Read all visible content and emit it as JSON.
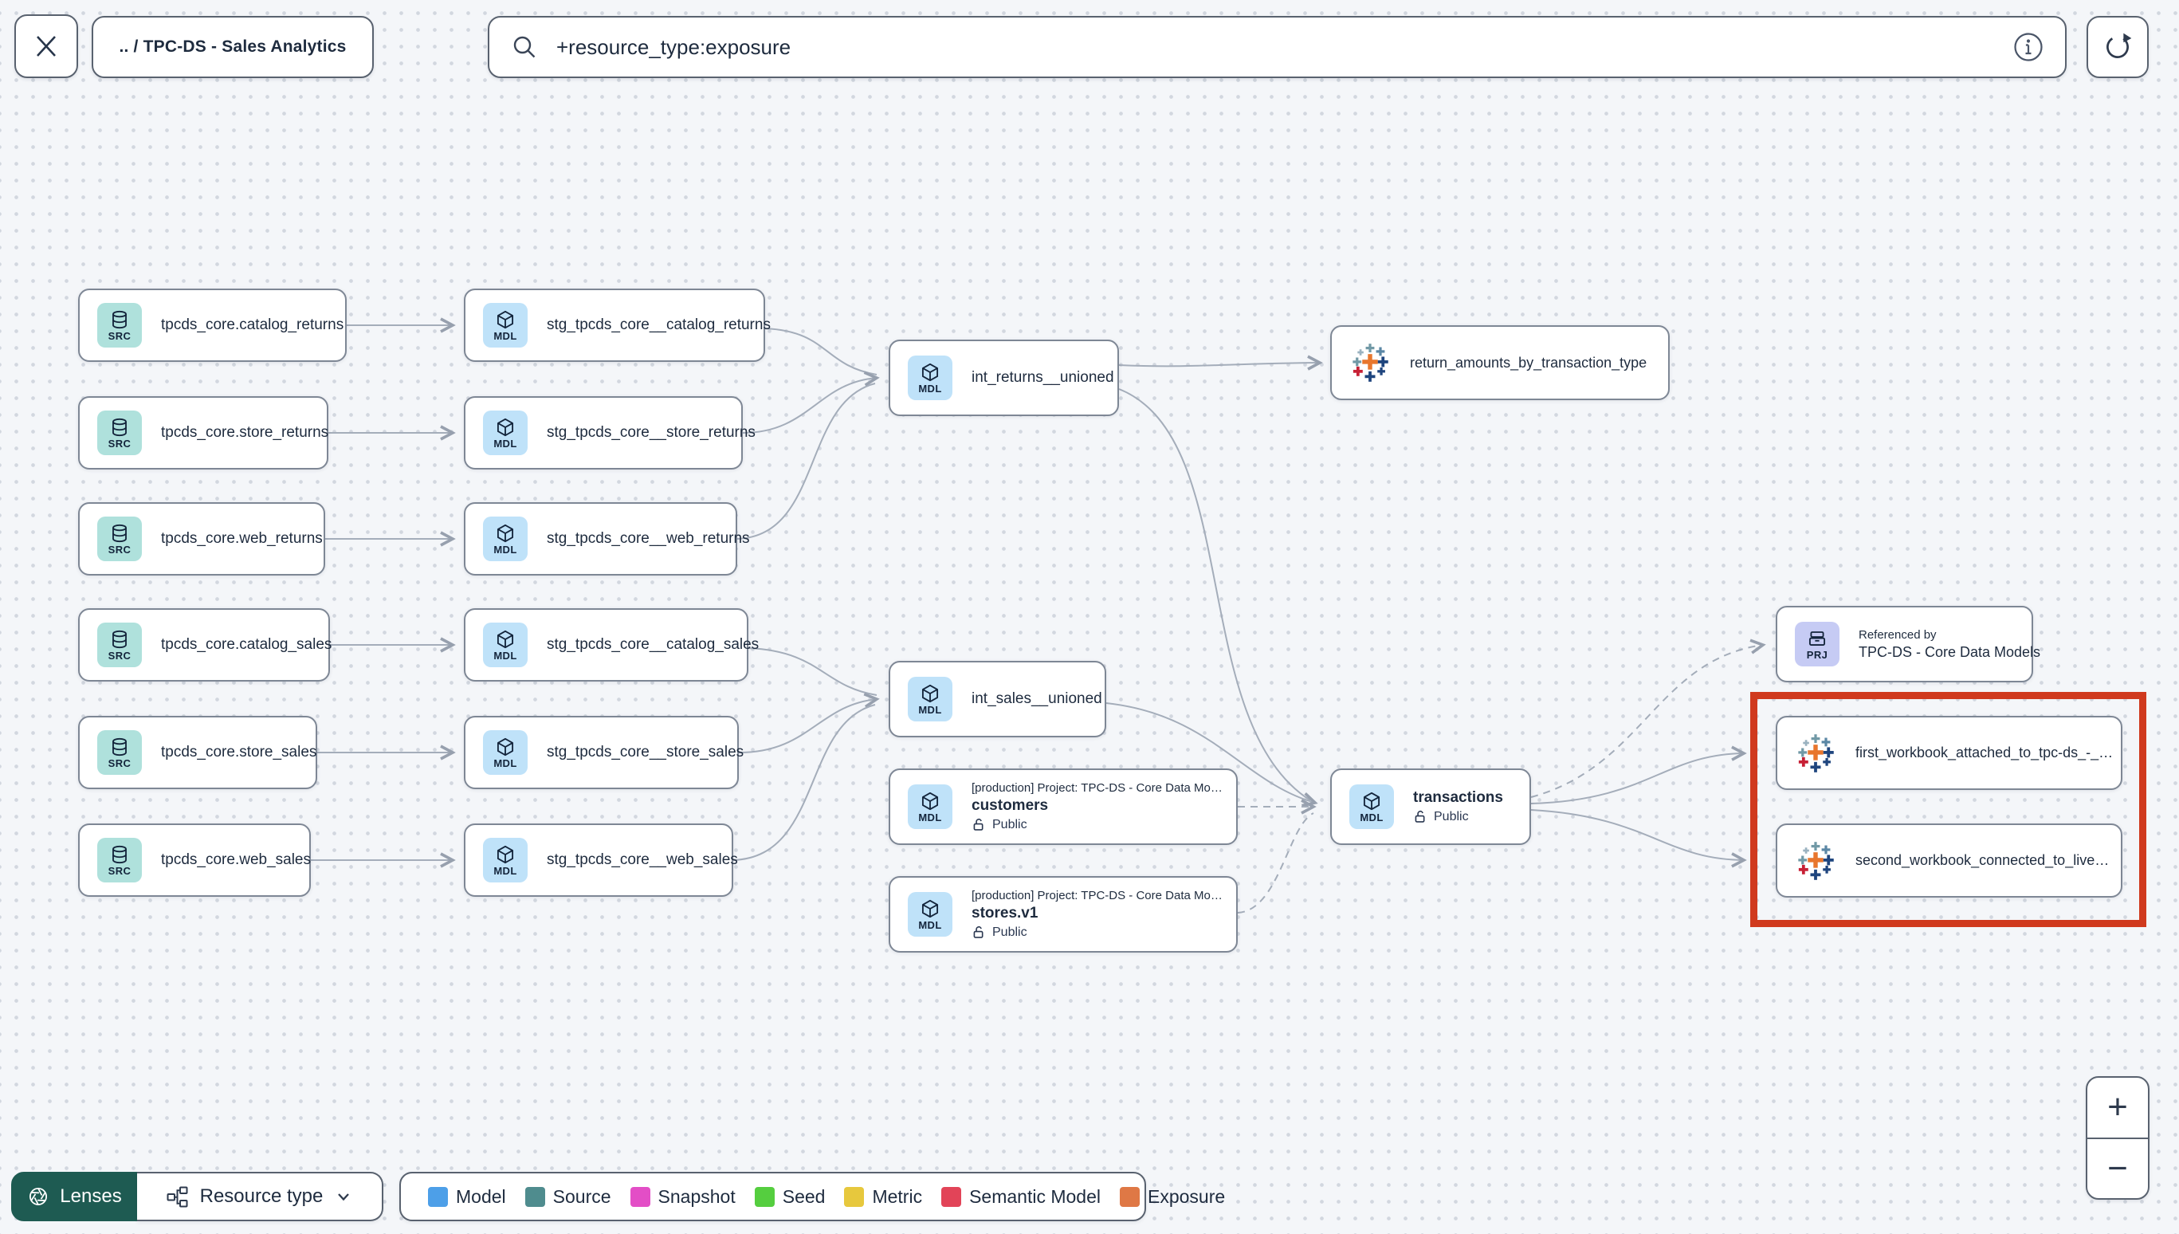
{
  "toolbar": {
    "breadcrumb": ".. / TPC-DS - Sales Analytics",
    "search": {
      "value": "+resource_type:exposure"
    },
    "icons": {
      "close": "x-close",
      "search": "magnifier",
      "info": "info-circle",
      "refresh": "refresh-arrow"
    }
  },
  "nodes": {
    "src_catalog_returns": {
      "badge": "SRC",
      "label": "tpcds_core.catalog_returns"
    },
    "src_store_returns": {
      "badge": "SRC",
      "label": "tpcds_core.store_returns"
    },
    "src_web_returns": {
      "badge": "SRC",
      "label": "tpcds_core.web_returns"
    },
    "src_catalog_sales": {
      "badge": "SRC",
      "label": "tpcds_core.catalog_sales"
    },
    "src_store_sales": {
      "badge": "SRC",
      "label": "tpcds_core.store_sales"
    },
    "src_web_sales": {
      "badge": "SRC",
      "label": "tpcds_core.web_sales"
    },
    "stg_catalog_returns": {
      "badge": "MDL",
      "label": "stg_tpcds_core__catalog_returns"
    },
    "stg_store_returns": {
      "badge": "MDL",
      "label": "stg_tpcds_core__store_returns"
    },
    "stg_web_returns": {
      "badge": "MDL",
      "label": "stg_tpcds_core__web_returns"
    },
    "stg_catalog_sales": {
      "badge": "MDL",
      "label": "stg_tpcds_core__catalog_sales"
    },
    "stg_store_sales": {
      "badge": "MDL",
      "label": "stg_tpcds_core__store_sales"
    },
    "stg_web_sales": {
      "badge": "MDL",
      "label": "stg_tpcds_core__web_sales"
    },
    "int_returns": {
      "badge": "MDL",
      "label": "int_returns__unioned"
    },
    "int_sales": {
      "badge": "MDL",
      "label": "int_sales__unioned"
    },
    "return_amounts": {
      "label": "return_amounts_by_transaction_type"
    },
    "customers": {
      "badge": "MDL",
      "header": "[production] Project: TPC-DS - Core Data Mo…",
      "name": "customers",
      "visibility": "Public"
    },
    "stores": {
      "badge": "MDL",
      "header": "[production] Project: TPC-DS - Core Data Mo…",
      "name": "stores.v1",
      "visibility": "Public"
    },
    "transactions": {
      "badge": "MDL",
      "name": "transactions",
      "visibility": "Public"
    },
    "referenced_by": {
      "badge": "PRJ",
      "header": "Referenced by",
      "name": "TPC-DS - Core Data Models"
    },
    "first_workbook": {
      "label": "first_workbook_attached_to_tpc-ds_-_…"
    },
    "second_workbook": {
      "label": "second_workbook_connected_to_live…"
    }
  },
  "bottom_bar": {
    "lenses_label": "Lenses",
    "resource_type_label": "Resource type"
  },
  "legend": {
    "items": [
      {
        "label": "Model",
        "color": "#4D9FE8"
      },
      {
        "label": "Source",
        "color": "#4F8C8E"
      },
      {
        "label": "Snapshot",
        "color": "#E34EC6"
      },
      {
        "label": "Seed",
        "color": "#55CE3F"
      },
      {
        "label": "Metric",
        "color": "#E7C83D"
      },
      {
        "label": "Semantic Model",
        "color": "#E24458"
      },
      {
        "label": "Exposure",
        "color": "#DF7845"
      }
    ]
  },
  "zoom_controls": {
    "zoom_in": "+",
    "zoom_out": "−"
  },
  "colors": {
    "highlight_box": "#D03A1E",
    "edge": "#A4ADBA",
    "source_icon_bg": "#AFE1DC",
    "model_icon_bg": "#BFE2F9",
    "project_icon_bg": "#C6CBF4",
    "lenses_bg": "#1E5B52"
  }
}
